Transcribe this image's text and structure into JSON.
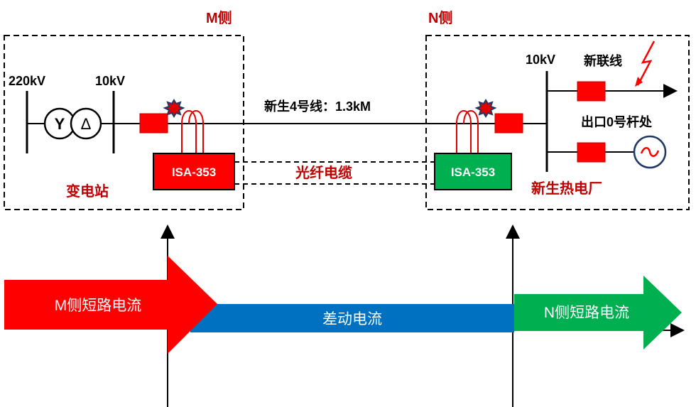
{
  "sides": {
    "m_label": "M侧",
    "n_label": "N侧"
  },
  "m_side": {
    "v_high": "220kV",
    "v_low": "10kV",
    "substation": "变电站",
    "transformer_primary_symbol": "Y",
    "transformer_secondary_symbol": "Δ",
    "relay": "ISA-353"
  },
  "line": {
    "name": "新生4号线：1.3kM",
    "fiber": "光纤电缆"
  },
  "n_side": {
    "voltage": "10kV",
    "feeder": "新联线",
    "outlet": "出口0号杆处",
    "plant": "新生热电厂",
    "relay": "ISA-353",
    "generator_symbol": "~"
  },
  "currents": {
    "m_short": "M侧短路电流",
    "differential": "差动电流",
    "n_short": "N侧短路电流"
  },
  "colors": {
    "red": "#ff0000",
    "dark_red_text": "#c00000",
    "green": "#00b050",
    "blue": "#0070c0",
    "navy": "#1f3864"
  }
}
